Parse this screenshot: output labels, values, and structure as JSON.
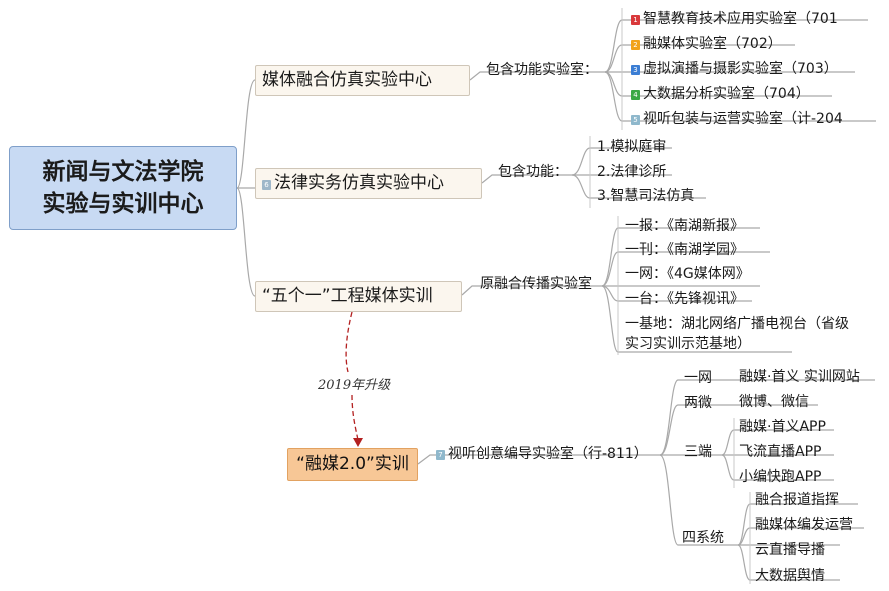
{
  "root": {
    "line1": "新闻与文法学院",
    "line2": "实验与实训中心"
  },
  "branch1": {
    "title": "媒体融合仿真实验中心",
    "sub_label": "包含功能实验室：",
    "items": [
      {
        "badge": "1",
        "badge_color": "#d9393b",
        "text": "智慧教育技术应用实验室（701"
      },
      {
        "badge": "2",
        "badge_color": "#f2a31b",
        "text": "融媒体实验室（702）"
      },
      {
        "badge": "3",
        "badge_color": "#3b7ed4",
        "text": "虚拟演播与摄影实验室（703）"
      },
      {
        "badge": "4",
        "badge_color": "#3aa844",
        "text": "大数据分析实验室（704）"
      },
      {
        "badge": "5",
        "badge_color": "#8fb8cc",
        "text": "视听包装与运营实验室（计-204"
      }
    ]
  },
  "branch2": {
    "badge": "6",
    "badge_color": "#9fb7c9",
    "title": "法律实务仿真实验中心",
    "sub_label": "包含功能：",
    "items": [
      "1.模拟庭审",
      "2.法律诊所",
      "3.智慧司法仿真"
    ]
  },
  "branch3": {
    "title": "“五个一”工程媒体实训",
    "sub_label": "原融合传播实验室",
    "items": [
      "一报：《南湖新报》",
      "一刊：《南湖学园》",
      "一网：《4G媒体网》",
      "一台：《先锋视讯》",
      "一基地：湖北网络广播电视台（省级",
      "实习实训示范基地）"
    ]
  },
  "upgrade_label": "2019年升级",
  "branch4": {
    "title": "“融媒2.0”实训",
    "badge": "7",
    "badge_color": "#8fb8cc",
    "sub_label": "视听创意编导实验室（行-811）",
    "groups": [
      {
        "name": "一网",
        "items": [
          "融媒·首义 实训网站"
        ]
      },
      {
        "name": "两微",
        "items": [
          "微博、微信"
        ]
      },
      {
        "name": "三端",
        "items": [
          "融媒·首义APP",
          "飞流直播APP",
          "小编快跑APP"
        ]
      },
      {
        "name": "四系统",
        "items": [
          "融合报道指挥",
          "融媒体编发运营",
          "云直播导播",
          "大数据舆情"
        ]
      }
    ]
  }
}
